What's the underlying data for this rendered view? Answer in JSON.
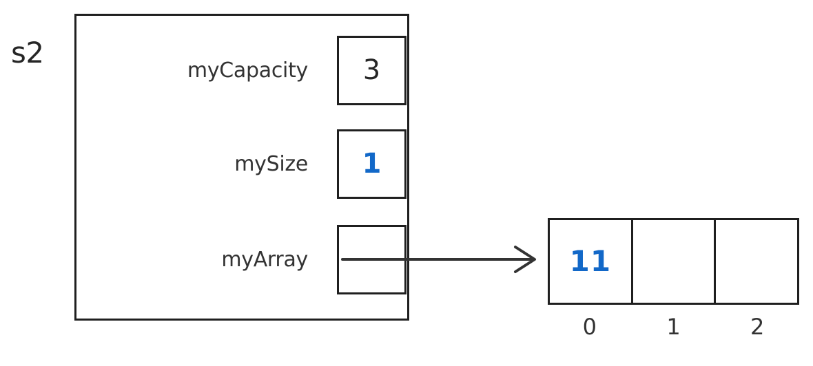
{
  "diagram": {
    "object_label": "s2",
    "colors": {
      "stroke": "#1f1f1f",
      "text": "#333333",
      "highlight": "#1268c8"
    },
    "fields": [
      {
        "name": "myCapacity",
        "value": "3",
        "highlighted": false
      },
      {
        "name": "mySize",
        "value": "1",
        "highlighted": true
      },
      {
        "name": "myArray",
        "value": "",
        "highlighted": false
      }
    ],
    "pointer": {
      "from_field": "myArray",
      "to": "array-cell-0",
      "icon": "arrow-right-icon"
    },
    "array": {
      "length": 3,
      "cells": [
        {
          "index": "0",
          "value": "11",
          "highlighted": true
        },
        {
          "index": "1",
          "value": "",
          "highlighted": false
        },
        {
          "index": "2",
          "value": "",
          "highlighted": false
        }
      ],
      "indices": [
        "0",
        "1",
        "2"
      ]
    }
  }
}
